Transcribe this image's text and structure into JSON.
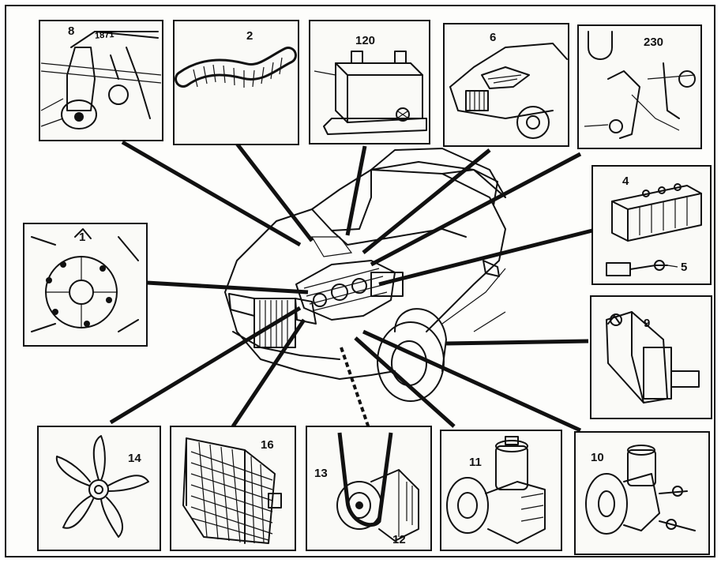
{
  "callouts": {
    "p8": "8",
    "p2": "2",
    "p120": "120",
    "p6": "6",
    "p230": "230",
    "p1": "1",
    "p4": "4",
    "p5": "5",
    "p9": "9",
    "p14": "14",
    "p16": "16",
    "p13": "13",
    "p12": "12",
    "p11": "11",
    "p10": "10"
  },
  "inset_texts": {
    "mount_marking": "1871"
  },
  "icons": [
    "engine-mount-drawing",
    "air-hose-drawing",
    "battery-drawing",
    "car-hood-drawing",
    "bracket-drawing",
    "relay-box-drawing",
    "sensor-drawing",
    "water-pump-drawing",
    "oil-cooler-drawing",
    "fan-drawing",
    "radiator-drawing",
    "belt-pulley-drawing",
    "power-steering-pump-drawing",
    "reservoir-pump-drawing",
    "car-engine-bay-drawing"
  ],
  "colors": {
    "ink": "#111111",
    "paper": "#fafaf7"
  }
}
